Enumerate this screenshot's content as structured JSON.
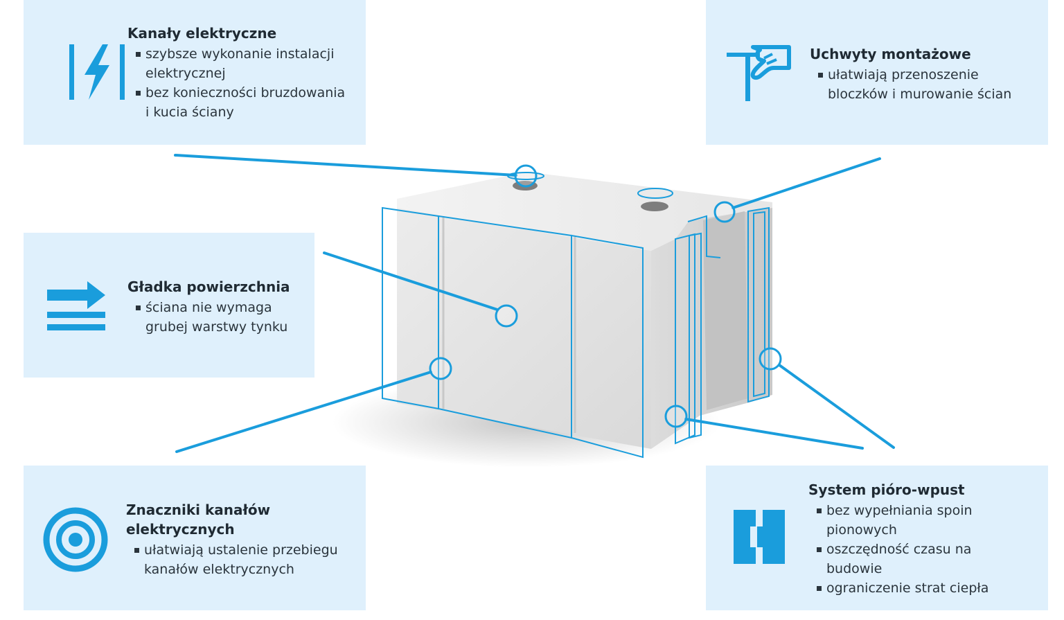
{
  "colors": {
    "accent": "#1a9ddc",
    "panel_bg": "#dff0fc",
    "text": "#1f2a33"
  },
  "callouts": {
    "electrical_channels": {
      "icon": "lightning-channel-icon",
      "title": "Kanały elektryczne",
      "points": [
        "szybsze wykonanie instalacji elektrycznej",
        "bez konieczności bruzdowania i kucia ściany"
      ]
    },
    "mounting_handles": {
      "icon": "hand-grip-icon",
      "title": "Uchwyty montażowe",
      "points": [
        "ułatwiają przenoszenie bloczków i murowanie ścian"
      ]
    },
    "smooth_surface": {
      "icon": "smooth-surface-icon",
      "title": "Gładka powierzchnia",
      "points": [
        "ściana nie wymaga grubej warstwy tynku"
      ]
    },
    "channel_markers": {
      "icon": "target-icon",
      "title": "Znaczniki kanałów elektrycznych",
      "points": [
        "ułatwiają ustalenie przebiegu kanałów elektrycznych"
      ]
    },
    "tongue_groove": {
      "icon": "tongue-groove-icon",
      "title": "System pióro-wpust",
      "points": [
        "bez wypełniania spoin pionowych",
        "oszczędność czasu na budowie",
        "ograniczenie strat ciepła"
      ]
    }
  }
}
